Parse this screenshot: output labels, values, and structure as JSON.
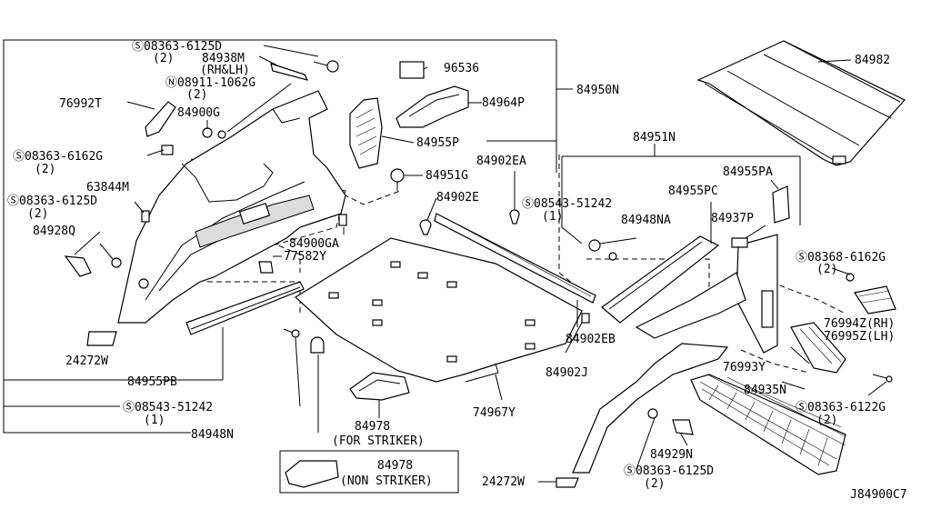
{
  "diagram": {
    "code": "J84900C7",
    "labels": {
      "s_08363_6125D_top": "Ⓢ08363-6125D",
      "qty_2_a": "(2)",
      "p84938M": "84938M",
      "rh_lh": "(RH&LH)",
      "n_08911_1062G": "Ⓝ08911-1062G",
      "qty_2_b": "(2)",
      "p76992T": "76992T",
      "p84900G": "84900G",
      "s_08363_6162G_left": "Ⓢ08363-6162G",
      "qty_2_c": "(2)",
      "p63844M": "63844M",
      "s_08363_6125D_left": "Ⓢ08363-6125D",
      "qty_2_d": "(2)",
      "p84928Q": "84928Q",
      "p24272W_left": "24272W",
      "p84955PB": "84955PB",
      "s_08543_51242_bottom": "Ⓢ08543-51242",
      "qty_1_a": "(1)",
      "p84948N": "84948N",
      "p96536": "96536",
      "p84964P": "84964P",
      "p84950N": "84950N",
      "p84955P": "84955P",
      "p84951G": "84951G",
      "p84900GA": "84900GA",
      "p77582Y": "77582Y",
      "p84902EA": "84902EA",
      "p84902E": "84902E",
      "s_08543_51242_mid": "Ⓢ08543-51242",
      "qty_1_b": "(1)",
      "p84948NA": "84948NA",
      "p84951N": "84951N",
      "p84955PA": "84955PA",
      "p84955PC": "84955PC",
      "p84937P": "84937P",
      "p84982": "84982",
      "s_08368_6162G": "Ⓢ08368-6162G",
      "qty_2_e": "(2)",
      "p76994Z": "76994Z(RH)",
      "p76995Z": "76995Z(LH)",
      "p76993Y": "76993Y",
      "p84935N": "84935N",
      "s_08363_6122G": "Ⓢ08363-6122G",
      "qty_2_f": "(2)",
      "p84902EB": "84902EB",
      "p84902J": "84902J",
      "p74967Y": "74967Y",
      "p84978_a": "84978",
      "for_striker": "(FOR STRIKER)",
      "p84978_b": "84978",
      "non_striker": "(NON STRIKER)",
      "p84929N": "84929N",
      "s_08363_6125D_right": "Ⓢ08363-6125D",
      "qty_2_g": "(2)",
      "p24272W_right": "24272W"
    }
  }
}
